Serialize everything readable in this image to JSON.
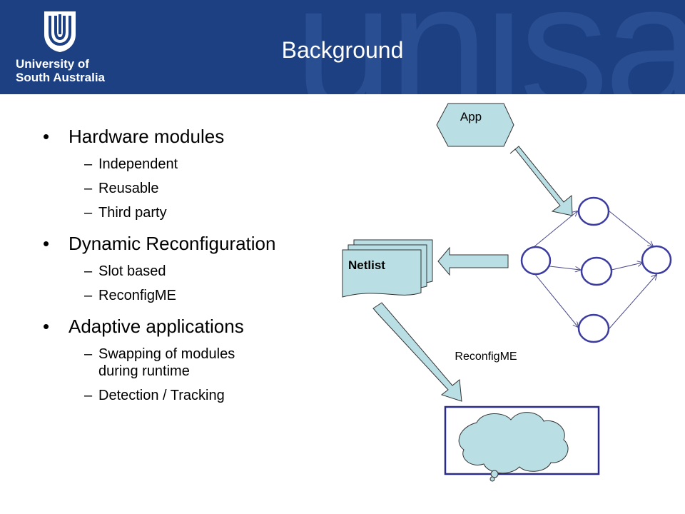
{
  "header": {
    "title": "Background",
    "logo": {
      "line1": "University of",
      "line2": "South Australia"
    },
    "watermark": "unisa",
    "colors": {
      "background": "#1d4083",
      "watermark": "#2a4e92",
      "text": "#ffffff"
    }
  },
  "bullets": [
    {
      "label": "Hardware modules",
      "subitems": [
        "Independent",
        "Reusable",
        "Third party"
      ]
    },
    {
      "label": "Dynamic Reconfiguration",
      "subitems": [
        "Slot based",
        "ReconfigME"
      ]
    },
    {
      "label": "Adaptive applications",
      "subitems": [
        "Swapping of modules during runtime",
        "Detection / Tracking"
      ]
    }
  ],
  "diagram": {
    "app_label": "App",
    "netlist_label": "Netlist",
    "reconfigme_label": "ReconfigME",
    "colors": {
      "shape_fill": "#b9dfe5",
      "node_stroke": "#3c3ca0",
      "box_stroke": "#2a2a8a"
    }
  }
}
